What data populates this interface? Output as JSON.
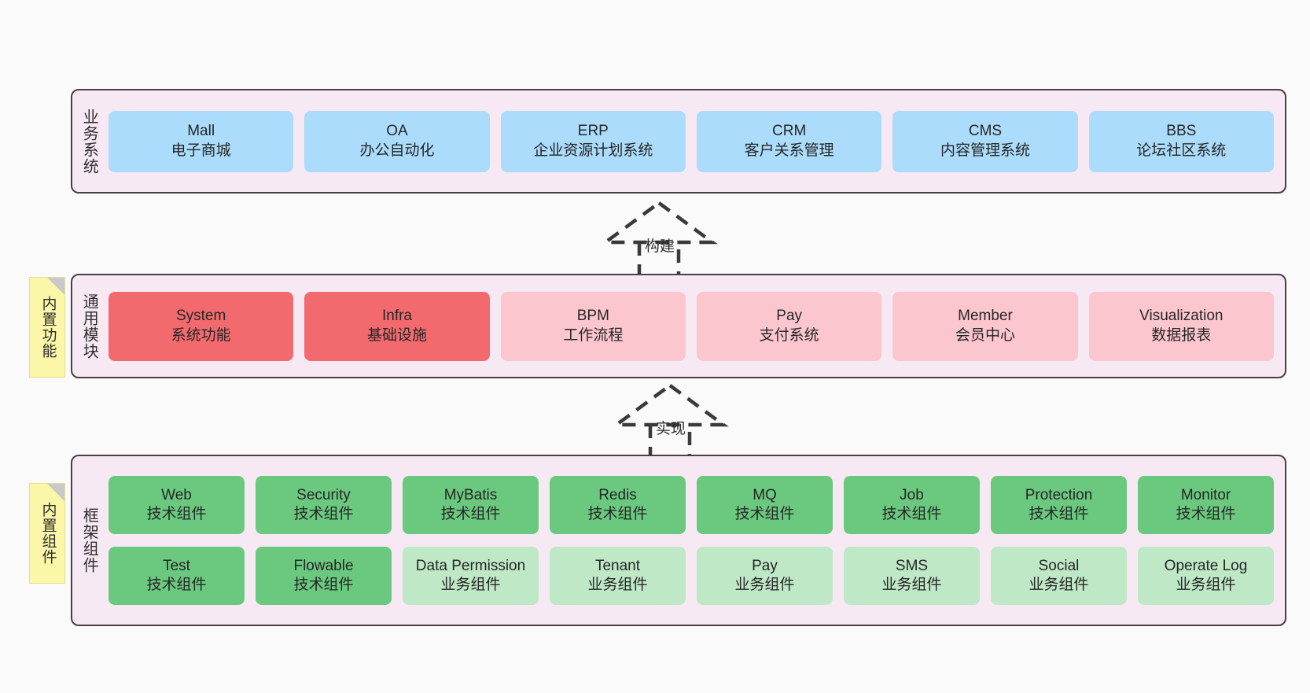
{
  "diagram": {
    "title": "",
    "colors": {
      "background": "#fafafa",
      "panel": "#f7e9f3",
      "panel_border": "#4a3f47",
      "business_card": "#abdcfb",
      "module_core": "#f26a6e",
      "module_plain": "#fbc6ce",
      "tech_component": "#6bc97f",
      "business_component": "#bfe8c7",
      "sticky_note": "#fcf7a8",
      "sticky_fold": "#c9c9c9",
      "arrow": "#3a3a3a"
    }
  },
  "layers": {
    "business": {
      "title": "业务系统",
      "cards": [
        {
          "en": "Mall",
          "cn": "电子商城"
        },
        {
          "en": "OA",
          "cn": "办公自动化"
        },
        {
          "en": "ERP",
          "cn": "企业资源计划系统"
        },
        {
          "en": "CRM",
          "cn": "客户关系管理"
        },
        {
          "en": "CMS",
          "cn": "内容管理系统"
        },
        {
          "en": "BBS",
          "cn": "论坛社区系统"
        }
      ]
    },
    "modules": {
      "title": "通用模块",
      "cards": [
        {
          "en": "System",
          "cn": "系统功能",
          "tone": "red"
        },
        {
          "en": "Infra",
          "cn": "基础设施",
          "tone": "red"
        },
        {
          "en": "BPM",
          "cn": "工作流程",
          "tone": "pink"
        },
        {
          "en": "Pay",
          "cn": "支付系统",
          "tone": "pink"
        },
        {
          "en": "Member",
          "cn": "会员中心",
          "tone": "pink"
        },
        {
          "en": "Visualization",
          "cn": "数据报表",
          "tone": "pink"
        }
      ]
    },
    "framework": {
      "title": "框架组件",
      "row1": [
        {
          "en": "Web",
          "cn": "技术组件",
          "tone": "green"
        },
        {
          "en": "Security",
          "cn": "技术组件",
          "tone": "green"
        },
        {
          "en": "MyBatis",
          "cn": "技术组件",
          "tone": "green"
        },
        {
          "en": "Redis",
          "cn": "技术组件",
          "tone": "green"
        },
        {
          "en": "MQ",
          "cn": "技术组件",
          "tone": "green"
        },
        {
          "en": "Job",
          "cn": "技术组件",
          "tone": "green"
        },
        {
          "en": "Protection",
          "cn": "技术组件",
          "tone": "green"
        },
        {
          "en": "Monitor",
          "cn": "技术组件",
          "tone": "green"
        }
      ],
      "row2": [
        {
          "en": "Test",
          "cn": "技术组件",
          "tone": "green"
        },
        {
          "en": "Flowable",
          "cn": "技术组件",
          "tone": "green"
        },
        {
          "en": "Data Permission",
          "cn": "业务组件",
          "tone": "green-light"
        },
        {
          "en": "Tenant",
          "cn": "业务组件",
          "tone": "green-light"
        },
        {
          "en": "Pay",
          "cn": "业务组件",
          "tone": "green-light"
        },
        {
          "en": "SMS",
          "cn": "业务组件",
          "tone": "green-light"
        },
        {
          "en": "Social",
          "cn": "业务组件",
          "tone": "green-light"
        },
        {
          "en": "Operate Log",
          "cn": "业务组件",
          "tone": "green-light"
        }
      ]
    }
  },
  "tags": {
    "builtin_function": "内置功能",
    "builtin_component": "内置组件"
  },
  "arrows": {
    "build": "构建",
    "realize": "实现"
  }
}
